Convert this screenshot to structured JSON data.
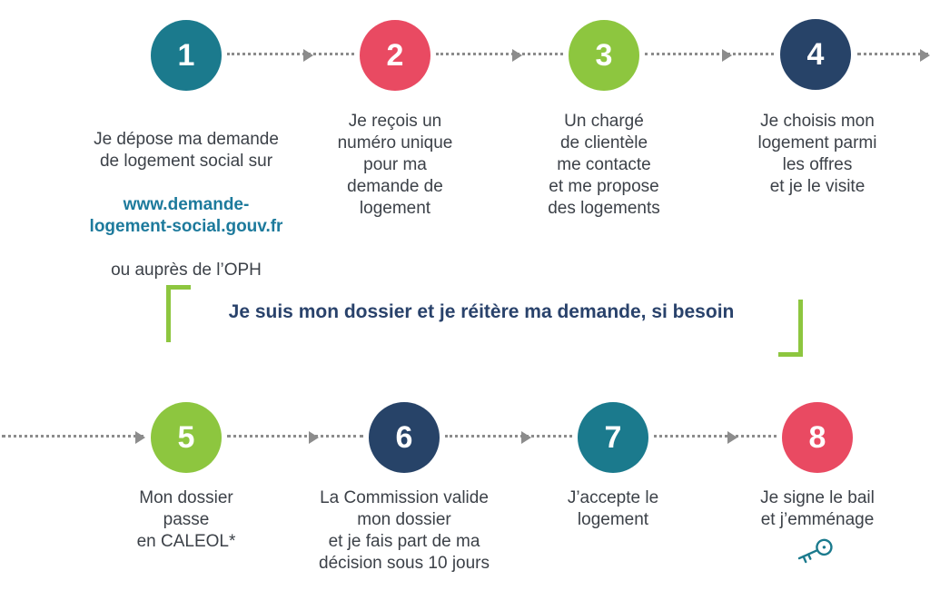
{
  "palette": {
    "teal": "#1b7a8d",
    "pink": "#e94a62",
    "green": "#8dc63f",
    "navy": "#274368",
    "link": "#1d7a9c",
    "arrow_gray": "#8c8c8c",
    "text_dark": "#3c4148"
  },
  "banner": {
    "text": "Je suis mon dossier et je réitère ma demande, si besoin"
  },
  "icons": {
    "key": "key-icon"
  },
  "steps": [
    {
      "number": "1",
      "color": "#1b7a8d",
      "text_before": "Je dépose ma demande\nde logement social sur",
      "link": "www.demande-\nlogement-social.gouv.fr",
      "text_after": "ou auprès de l’OPH"
    },
    {
      "number": "2",
      "color": "#e94a62",
      "text": "Je reçois un\nnuméro unique\npour ma\ndemande de\nlogement"
    },
    {
      "number": "3",
      "color": "#8dc63f",
      "text": "Un chargé\nde clientèle\nme contacte\net me propose\ndes logements"
    },
    {
      "number": "4",
      "color": "#274368",
      "text": "Je choisis mon\nlogement parmi\nles offres\net je le visite"
    },
    {
      "number": "5",
      "color": "#8dc63f",
      "text": "Mon dossier\npasse\nen CALEOL*"
    },
    {
      "number": "6",
      "color": "#274368",
      "text": "La Commission valide\nmon dossier\net je fais part de ma\ndécision sous 10 jours"
    },
    {
      "number": "7",
      "color": "#1b7a8d",
      "text": "J’accepte le\nlogement"
    },
    {
      "number": "8",
      "color": "#e94a62",
      "text": "Je signe le bail\net j’emménage"
    }
  ]
}
